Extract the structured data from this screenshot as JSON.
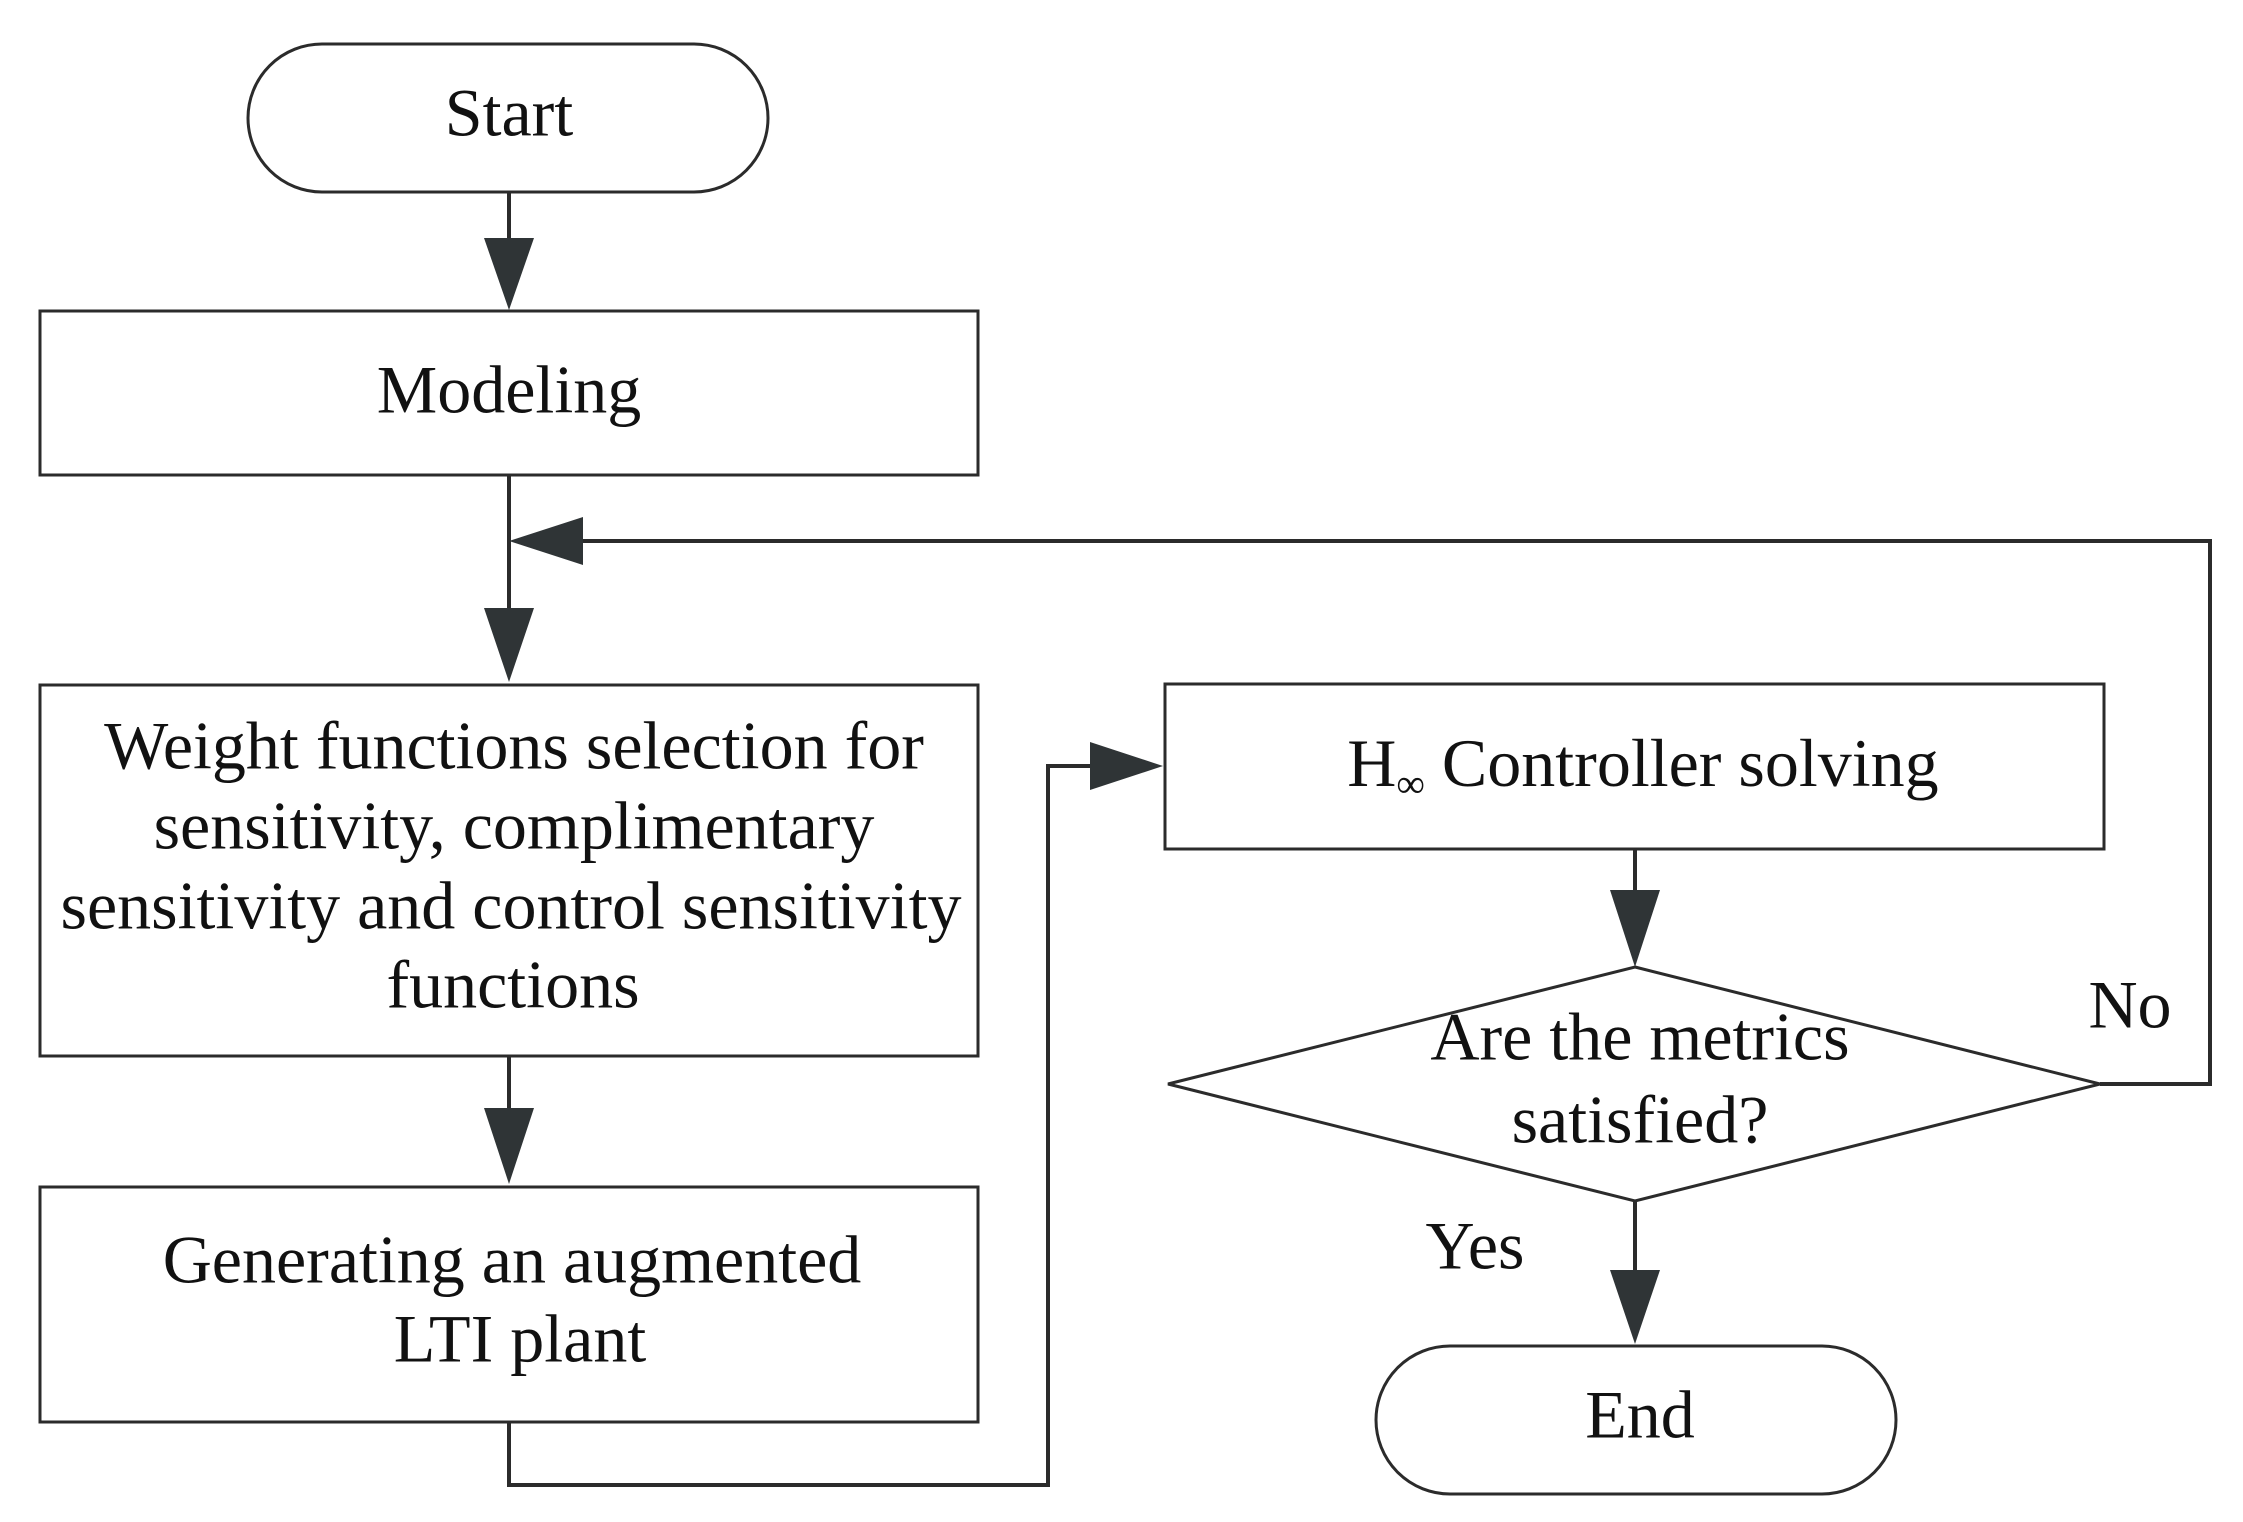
{
  "nodes": {
    "start": {
      "label": "Start"
    },
    "modeling": {
      "label": "Modeling"
    },
    "weights": {
      "lines": [
        "Weight functions selection for",
        "sensitivity, complimentary",
        "sensitivity and control sensitivity",
        "functions"
      ]
    },
    "augmented": {
      "lines": [
        "Generating an augmented",
        "LTI plant"
      ]
    },
    "controller": {
      "prefix": "H",
      "subscript": "∞",
      "label": " Controller solving"
    },
    "decision": {
      "lines": [
        "Are the metrics",
        "satisfied?"
      ]
    },
    "end": {
      "label": "End"
    }
  },
  "edges": {
    "no_label": "No",
    "yes_label": "Yes"
  },
  "colors": {
    "stroke": "#2b2b2b",
    "arrowhead": "#2f3436",
    "text": "#111111",
    "background": "#ffffff"
  }
}
